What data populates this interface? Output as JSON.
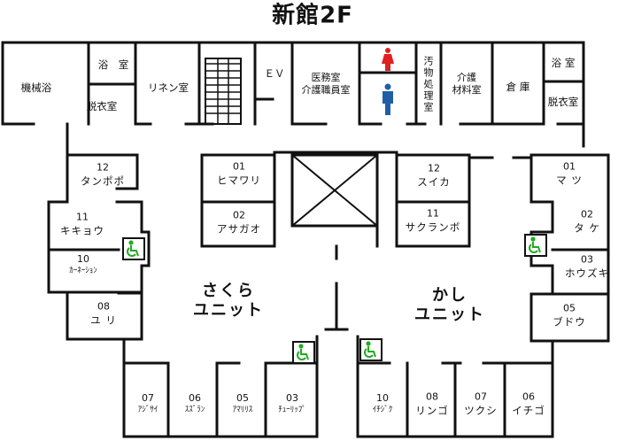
{
  "title": "新館2F",
  "facilities": {
    "bath_machine": "機械浴",
    "bath_room": "浴　室",
    "dressing_room": "脱衣室",
    "linen_room": "リネン室",
    "elevator": "ＥＶ",
    "medical_office_line1": "医務室",
    "medical_office_line2": "介護職員室",
    "soiled_line1": "汚",
    "soiled_line2": "物",
    "soiled_line3": "処",
    "soiled_line4": "理",
    "soiled_line5": "室",
    "care_line1": "介護",
    "care_line2": "材料室",
    "storage": "倉 庫",
    "bath_room_right": "浴 室",
    "dressing_room_right": "脱衣室"
  },
  "units": {
    "sakura": {
      "line1": "さくら",
      "line2": "ユニット"
    },
    "kashi": {
      "line1": "かし",
      "line2": "ユニット"
    }
  },
  "sakura_rooms": {
    "r12": {
      "number": "12",
      "name": "タンポポ"
    },
    "r11": {
      "number": "11",
      "name": "キキョウ"
    },
    "r10": {
      "number": "10",
      "name": "ｶｰﾈｰｼｮﾝ"
    },
    "r08": {
      "number": "08",
      "name": "ユ リ"
    },
    "r01": {
      "number": "01",
      "name": "ヒマワリ"
    },
    "r02": {
      "number": "02",
      "name": "アサガオ"
    },
    "r07": {
      "number": "07",
      "name": "ｱｼﾞｻｲ"
    },
    "r06": {
      "number": "06",
      "name": "ｽｽﾞﾗﾝ"
    },
    "r05": {
      "number": "05",
      "name": "ｱﾏﾘﾘｽ"
    },
    "r03": {
      "number": "03",
      "name": "ﾁｭｰﾘｯﾌﾟ"
    }
  },
  "kashi_rooms": {
    "r12": {
      "number": "12",
      "name": "スイカ"
    },
    "r11": {
      "number": "11",
      "name": "サクランボ"
    },
    "r01": {
      "number": "01",
      "name": "マ ツ"
    },
    "r02": {
      "number": "02",
      "name": "タ ケ"
    },
    "r03": {
      "number": "03",
      "name": "ホウズキ"
    },
    "r05": {
      "number": "05",
      "name": "ブドウ"
    },
    "r10": {
      "number": "10",
      "name": "ｲﾁｼﾞｸ"
    },
    "r08": {
      "number": "08",
      "name": "リンゴ"
    },
    "r07": {
      "number": "07",
      "name": "ツクシ"
    },
    "r06": {
      "number": "06",
      "name": "イチゴ"
    }
  },
  "colors": {
    "wall": "#111111",
    "female_restroom": "#e02020",
    "male_restroom": "#1f5fa8",
    "accessible_toilet": "#22aa22"
  },
  "icons": {
    "female_restroom": "female-person-icon",
    "male_restroom": "male-person-icon",
    "accessible_toilet": "wheelchair-icon",
    "stairs": "stairs-icon",
    "atrium": "atrium-void-icon"
  }
}
